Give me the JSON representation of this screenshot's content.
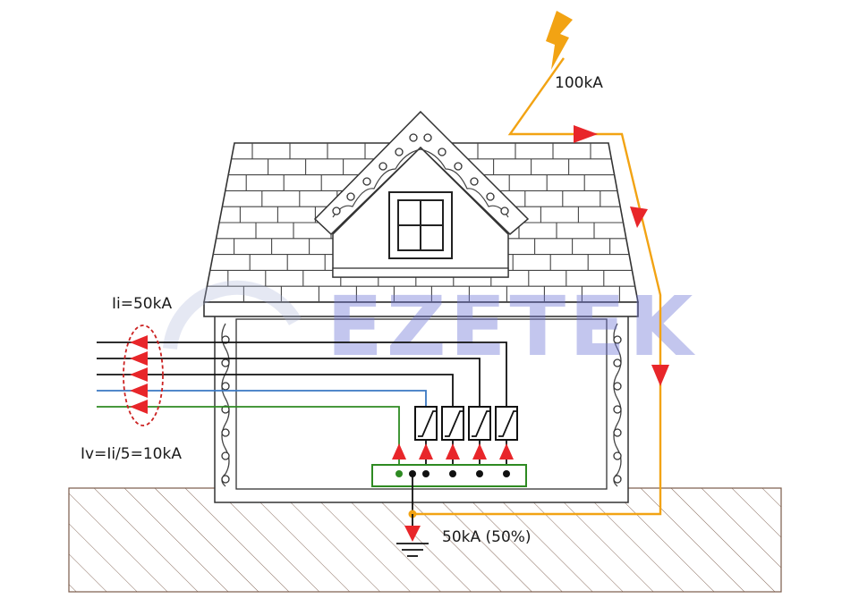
{
  "labels": {
    "strike_current": "100kA",
    "line_current": "Ii=50kA",
    "per_conductor_current": "Iv=Ii/5=10kA",
    "ground_current": "50kA (50%)"
  },
  "watermark": {
    "text": "EZETEK",
    "color": "#6f78d6"
  },
  "colors": {
    "lightning": "#f2a313",
    "arrow": "#e8262a",
    "earth_bar": "#2e8a22",
    "neutral_line": "#3a78c2",
    "phase_line": "#111111",
    "ground_node": "#f2a313"
  },
  "icons": {
    "bolt": "lightning-bolt-icon",
    "ground": "ground-symbol-icon",
    "spd": "surge-protector-icon"
  }
}
